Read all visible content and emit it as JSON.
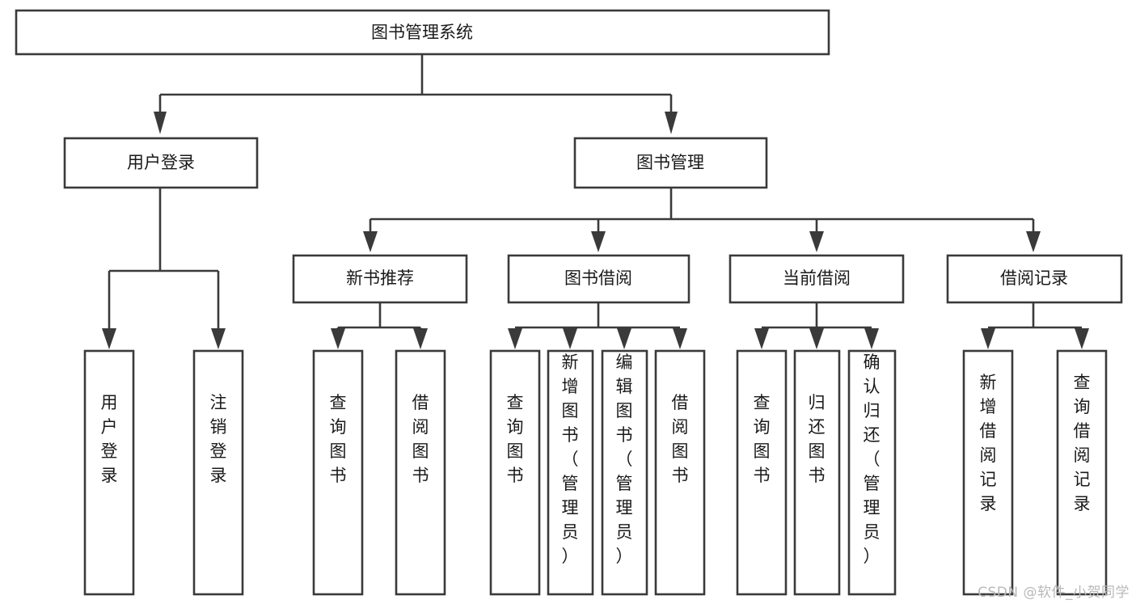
{
  "diagram": {
    "title": "图书管理系统",
    "type": "tree-hierarchy-diagram",
    "watermark": "CSDN @软件_小贺同学",
    "colors": {
      "stroke": "#3a3a3a",
      "box_fill": "#ffffff",
      "text": "#1a1a1a",
      "background": "#ffffff",
      "watermark": "#b9b9b9"
    },
    "root": {
      "label": "图书管理系统",
      "orientation": "horizontal"
    },
    "level2": [
      {
        "label": "用户登录",
        "orientation": "horizontal"
      },
      {
        "label": "图书管理",
        "orientation": "horizontal"
      }
    ],
    "level3": [
      {
        "label": "新书推荐",
        "orientation": "horizontal"
      },
      {
        "label": "图书借阅",
        "orientation": "horizontal"
      },
      {
        "label": "当前借阅",
        "orientation": "horizontal"
      },
      {
        "label": "借阅记录",
        "orientation": "horizontal"
      }
    ],
    "leaves": {
      "user_login": [
        {
          "label": "用户登录",
          "orientation": "vertical"
        },
        {
          "label": "注销登录",
          "orientation": "vertical"
        }
      ],
      "new_book_recommend": [
        {
          "label": "查询图书",
          "orientation": "vertical"
        },
        {
          "label": "借阅图书",
          "orientation": "vertical"
        }
      ],
      "book_borrow": [
        {
          "label": "查询图书",
          "orientation": "vertical"
        },
        {
          "label": "新增图书（管理员）",
          "orientation": "vertical"
        },
        {
          "label": "编辑图书（管理员）",
          "orientation": "vertical"
        },
        {
          "label": "借阅图书",
          "orientation": "vertical"
        }
      ],
      "current_borrow": [
        {
          "label": "查询图书",
          "orientation": "vertical"
        },
        {
          "label": "归还图书",
          "orientation": "vertical"
        },
        {
          "label": "确认归还（管理员）",
          "orientation": "vertical"
        }
      ],
      "borrow_record": [
        {
          "label": "新增借阅记录",
          "orientation": "vertical"
        },
        {
          "label": "查询借阅记录",
          "orientation": "vertical"
        }
      ]
    }
  }
}
